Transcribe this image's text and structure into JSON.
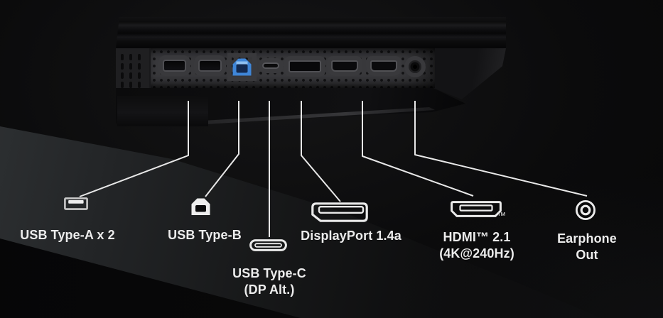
{
  "scene": {
    "description": "Rear I/O port diagram of a gaming monitor underside with callout labels"
  },
  "colors": {
    "background": "#0a0a0b",
    "desk_highlight": "#2e3133",
    "panel": "#39393c",
    "panel_dot": "#141416",
    "leader_line": "#e8e8e8",
    "label_text": "#ececec",
    "usb_b_blue": "#3f86d8",
    "icon_stroke": "#eaeaea"
  },
  "ports": [
    {
      "name": "USB Type-A",
      "label_line1": "USB Type-A x 2",
      "label_line2": "",
      "icon": "usb-type-a-icon",
      "port_count": 2
    },
    {
      "name": "USB Type-B",
      "label_line1": "USB Type-B",
      "label_line2": "",
      "icon": "usb-type-b-icon",
      "port_count": 1
    },
    {
      "name": "USB Type-C",
      "label_line1": "USB Type-C",
      "label_line2": "(DP Alt.)",
      "icon": "usb-type-c-icon",
      "port_count": 1
    },
    {
      "name": "DisplayPort",
      "label_line1": "DisplayPort 1.4a",
      "label_line2": "",
      "icon": "displayport-icon",
      "port_count": 1
    },
    {
      "name": "HDMI",
      "label_line1": "HDMI™ 2.1",
      "label_line2": "(4K@240Hz)",
      "icon": "hdmi-icon",
      "icon_tm": "™",
      "port_count": 2
    },
    {
      "name": "Earphone Out",
      "label_line1": "Earphone",
      "label_line2": "Out",
      "icon": "earphone-icon",
      "port_count": 1
    }
  ]
}
